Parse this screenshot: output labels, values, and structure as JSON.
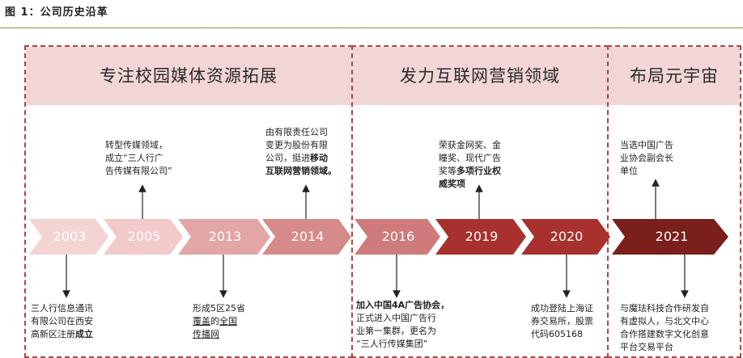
{
  "figure_title": "图 1：公司历史沿革",
  "phases": [
    {
      "label": "专注校园媒体资源拓展"
    },
    {
      "label": "发力互联网营销领域"
    },
    {
      "label": "布局元宇宙"
    }
  ],
  "years": [
    "2003",
    "2005",
    "2013",
    "2014",
    "2016",
    "2019",
    "2020",
    "2021"
  ],
  "colors": {
    "light_chevron": "#f2caca",
    "mid_chevron": "#d68a8a",
    "dark_chevron": "#a8302e",
    "darkest_chevron": "#7a1f1c",
    "frame": "#b5413f",
    "band": "#f2d6d6"
  },
  "notes": {
    "n2005": {
      "l1": "转型传媒领域，",
      "l2": "成立“三人行广",
      "l3": "告传媒有限公司”"
    },
    "n2014": {
      "l1": "由有限责任公司",
      "l2": "变更为股份有限",
      "l3a": "公司，挺进",
      "l3b": "移动",
      "l4": "互联网营销领域。"
    },
    "n2019": {
      "l1": "荣获金网奖、金",
      "l2": "瞳奖、现代广告",
      "l3a": "奖等",
      "l3b": "多项行业权",
      "l4": "威奖项"
    },
    "n2021top": {
      "l1": "当选中国广告",
      "l2": "业协会副会长",
      "l3": "单位"
    },
    "n2003": {
      "l1": "三人行信息通讯",
      "l2": "有限公司在西安",
      "l3a": "高新区注册",
      "l3b": "成立"
    },
    "n2013": {
      "l1": "形成5区25省",
      "l2a": "覆盖",
      "l2b": "的",
      "l2c": "全国",
      "l3": "传播网"
    },
    "n2016": {
      "l1": "加入中国4A广告协会，",
      "l2": "正式进入中国广告行",
      "l3": "业第一集群，更名为",
      "l4": "“三人行传媒集团”"
    },
    "n2020": {
      "l1": "成功登陆上海证",
      "l2": "券交易所，股票",
      "l3": "代码605168"
    },
    "n2021bot": {
      "l1": "与魔珐科技合作研发自",
      "l2": "有虚拟人，与北文中心",
      "l3": "合作搭建数字文化创意",
      "l4": "平台交易平台"
    }
  }
}
